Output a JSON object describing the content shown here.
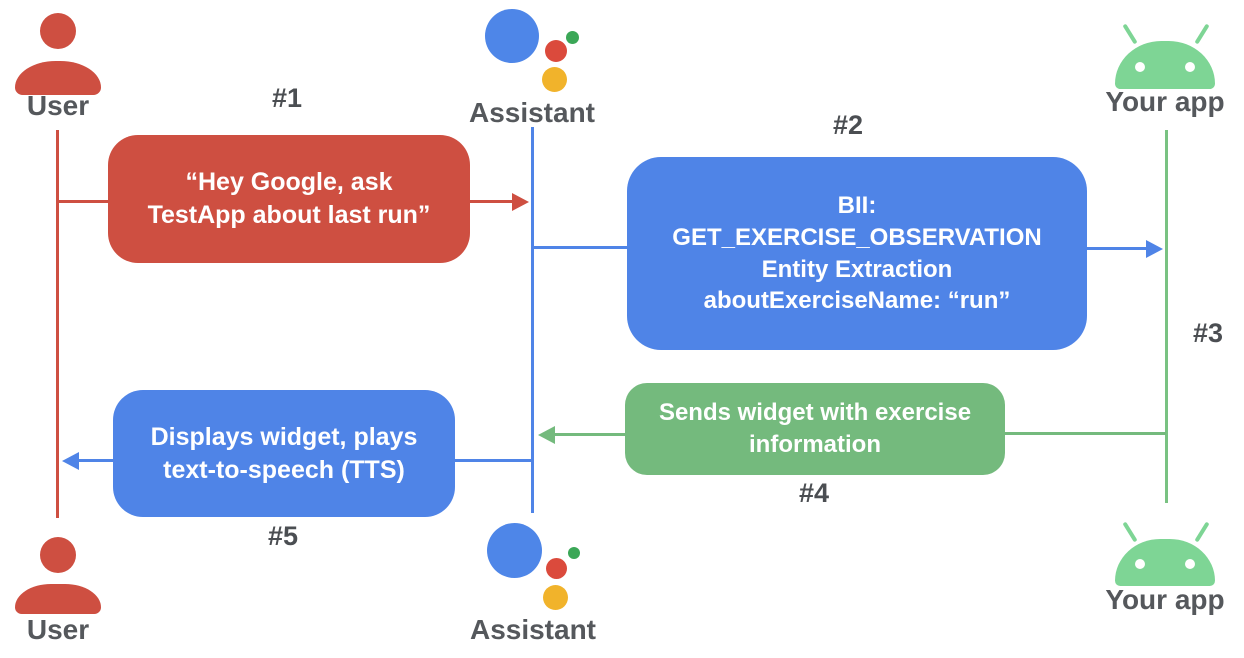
{
  "colors": {
    "red": "#CE4F41",
    "blue": "#4F84E7",
    "green": "#74BA7D",
    "lineGreen": "#79C282",
    "android": "#7ED595",
    "gray": "#55585C",
    "stepGray": "#4B4E52",
    "white": "#FFFFFF",
    "logoBlue": "#4E86E8",
    "logoRed": "#DB4A3C",
    "logoYellow": "#F1B32B",
    "logoGreen": "#3BA757"
  },
  "actors": {
    "user_top": "User",
    "assistant_top": "Assistant",
    "app_top": "Your app",
    "user_bottom": "User",
    "assistant_bottom": "Assistant",
    "app_bottom": "Your app"
  },
  "steps": {
    "s1": "#1",
    "s2": "#2",
    "s3": "#3",
    "s4": "#4",
    "s5": "#5"
  },
  "messages": {
    "m1": [
      "“Hey Google, ask",
      "TestApp about last run”"
    ],
    "m2": [
      "BII:",
      "GET_EXERCISE_OBSERVATION",
      "Entity Extraction",
      "aboutExerciseName: “run”"
    ],
    "m4": [
      "Sends widget with exercise",
      "information"
    ],
    "m5": [
      "Displays widget, plays",
      "text-to-speech (TTS)"
    ]
  }
}
